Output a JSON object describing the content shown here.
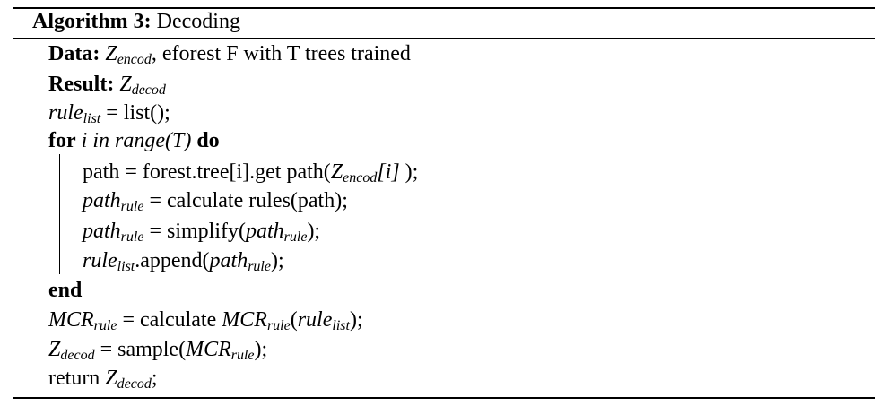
{
  "algorithm": {
    "label": "Algorithm 3:",
    "title": "Decoding",
    "data_kw": "Data:",
    "data_var": "Z",
    "data_var_sub": "encod",
    "data_rest": ", eforest F with T trees trained",
    "result_kw": "Result:",
    "result_var": "Z",
    "result_var_sub": "decod",
    "l1_var": "rule",
    "l1_sub": "list",
    "l1_rest": " = list();",
    "for_kw": "for",
    "for_cond": " i in range(T) ",
    "do_kw": "do",
    "b1_a": "path = forest.tree[i].get path(",
    "b1_var": "Z",
    "b1_sub": "encod",
    "b1_idx": "[i]",
    "b1_end": " );",
    "b2_var": "path",
    "b2_sub": "rule",
    "b2_rest": " = calculate rules(path);",
    "b3_var": "path",
    "b3_sub": "rule",
    "b3_mid": " = simplify(",
    "b3_var2": "path",
    "b3_sub2": "rule",
    "b3_end": ");",
    "b4_var": "rule",
    "b4_sub": "list",
    "b4_mid": ".append(",
    "b4_var2": "path",
    "b4_sub2": "rule",
    "b4_end": ");",
    "end_kw": "end",
    "l2_var": "MCR",
    "l2_sub": "rule",
    "l2_mid": " = calculate ",
    "l2_var2": "MCR",
    "l2_sub2": "rule",
    "l2_paren": "(",
    "l2_var3": "rule",
    "l2_sub3": "list",
    "l2_end": ");",
    "l3_var": "Z",
    "l3_sub": "decod",
    "l3_mid": " = sample(",
    "l3_var2": "MCR",
    "l3_sub2": "rule",
    "l3_end": ");",
    "l4_a": "return ",
    "l4_var": "Z",
    "l4_sub": "decod",
    "l4_end": ";"
  }
}
